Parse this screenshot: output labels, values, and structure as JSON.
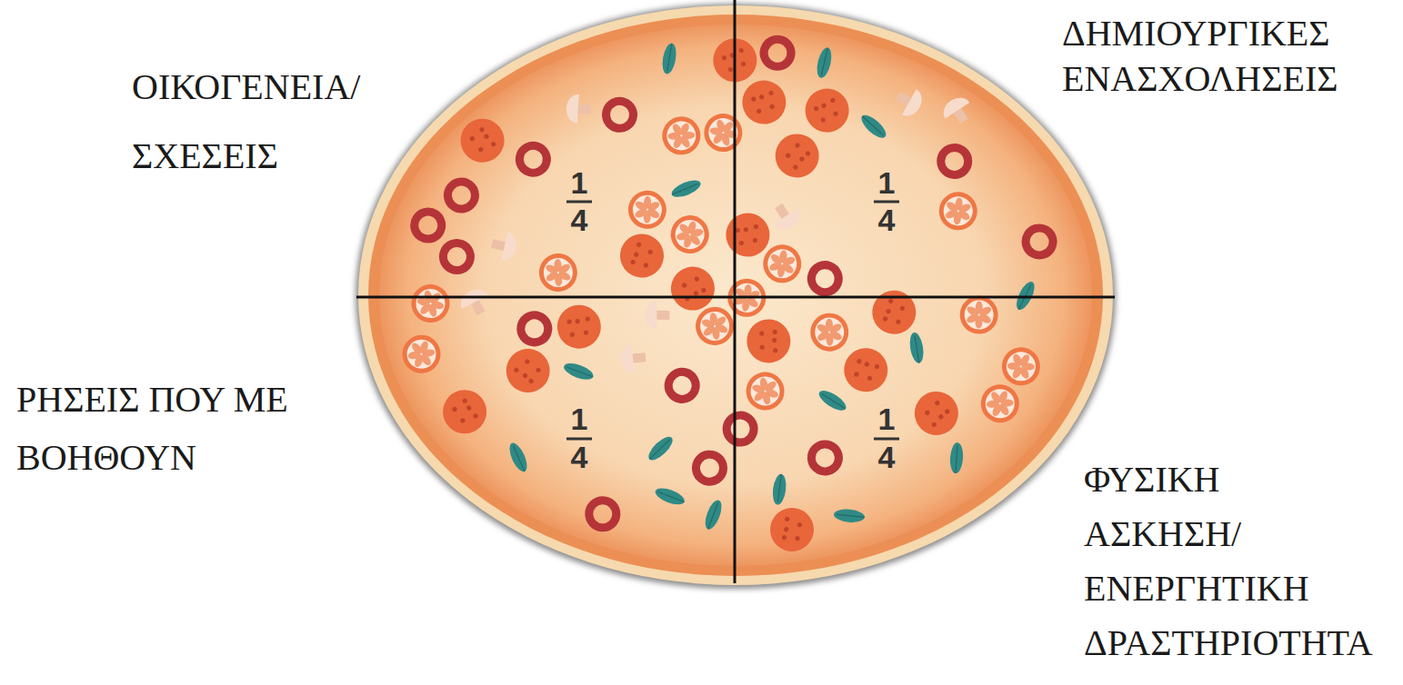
{
  "diagram": {
    "labels": [
      "ΟΙΚΟΓΕΝΕΙΑ/ ΣΧΕΣΕΙΣ",
      "ΔΗΜΙΟΥΡΓΙΚΕΣ ΕΝΑΣΧΟΛΗΣΕΙΣ",
      "1",
      "4",
      "1",
      "4",
      "ΡΗΣΕΙΣ ΠΟΥ ΜΕ ΒΟΗΘΟΥΝ",
      "1",
      "4",
      "1",
      "4",
      "ΦΥΣΙΚΗ ΑΣΚΗΣΗ/ ΕΝΕΡΓΗΤΙΚΗ ΔΡΑΣΤΗΡΙΟΤΗΤΑ"
    ]
  }
}
